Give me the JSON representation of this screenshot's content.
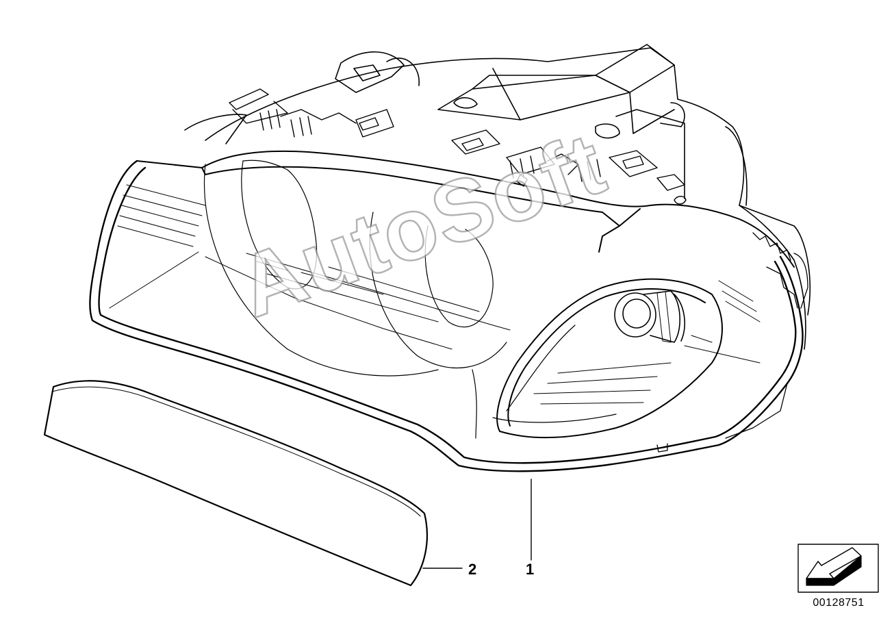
{
  "diagram": {
    "callouts": [
      {
        "id": "1",
        "label": "1",
        "part": "headlight-assembly"
      },
      {
        "id": "2",
        "label": "2",
        "part": "lens-strip-trim"
      }
    ],
    "diagram_number": "00128751",
    "watermark_text": "AutoSoft",
    "nav_icon": "arrow-down-left-icon",
    "colors": {
      "line": "#000000",
      "background": "#ffffff",
      "watermark": "#9a9a9a"
    }
  }
}
